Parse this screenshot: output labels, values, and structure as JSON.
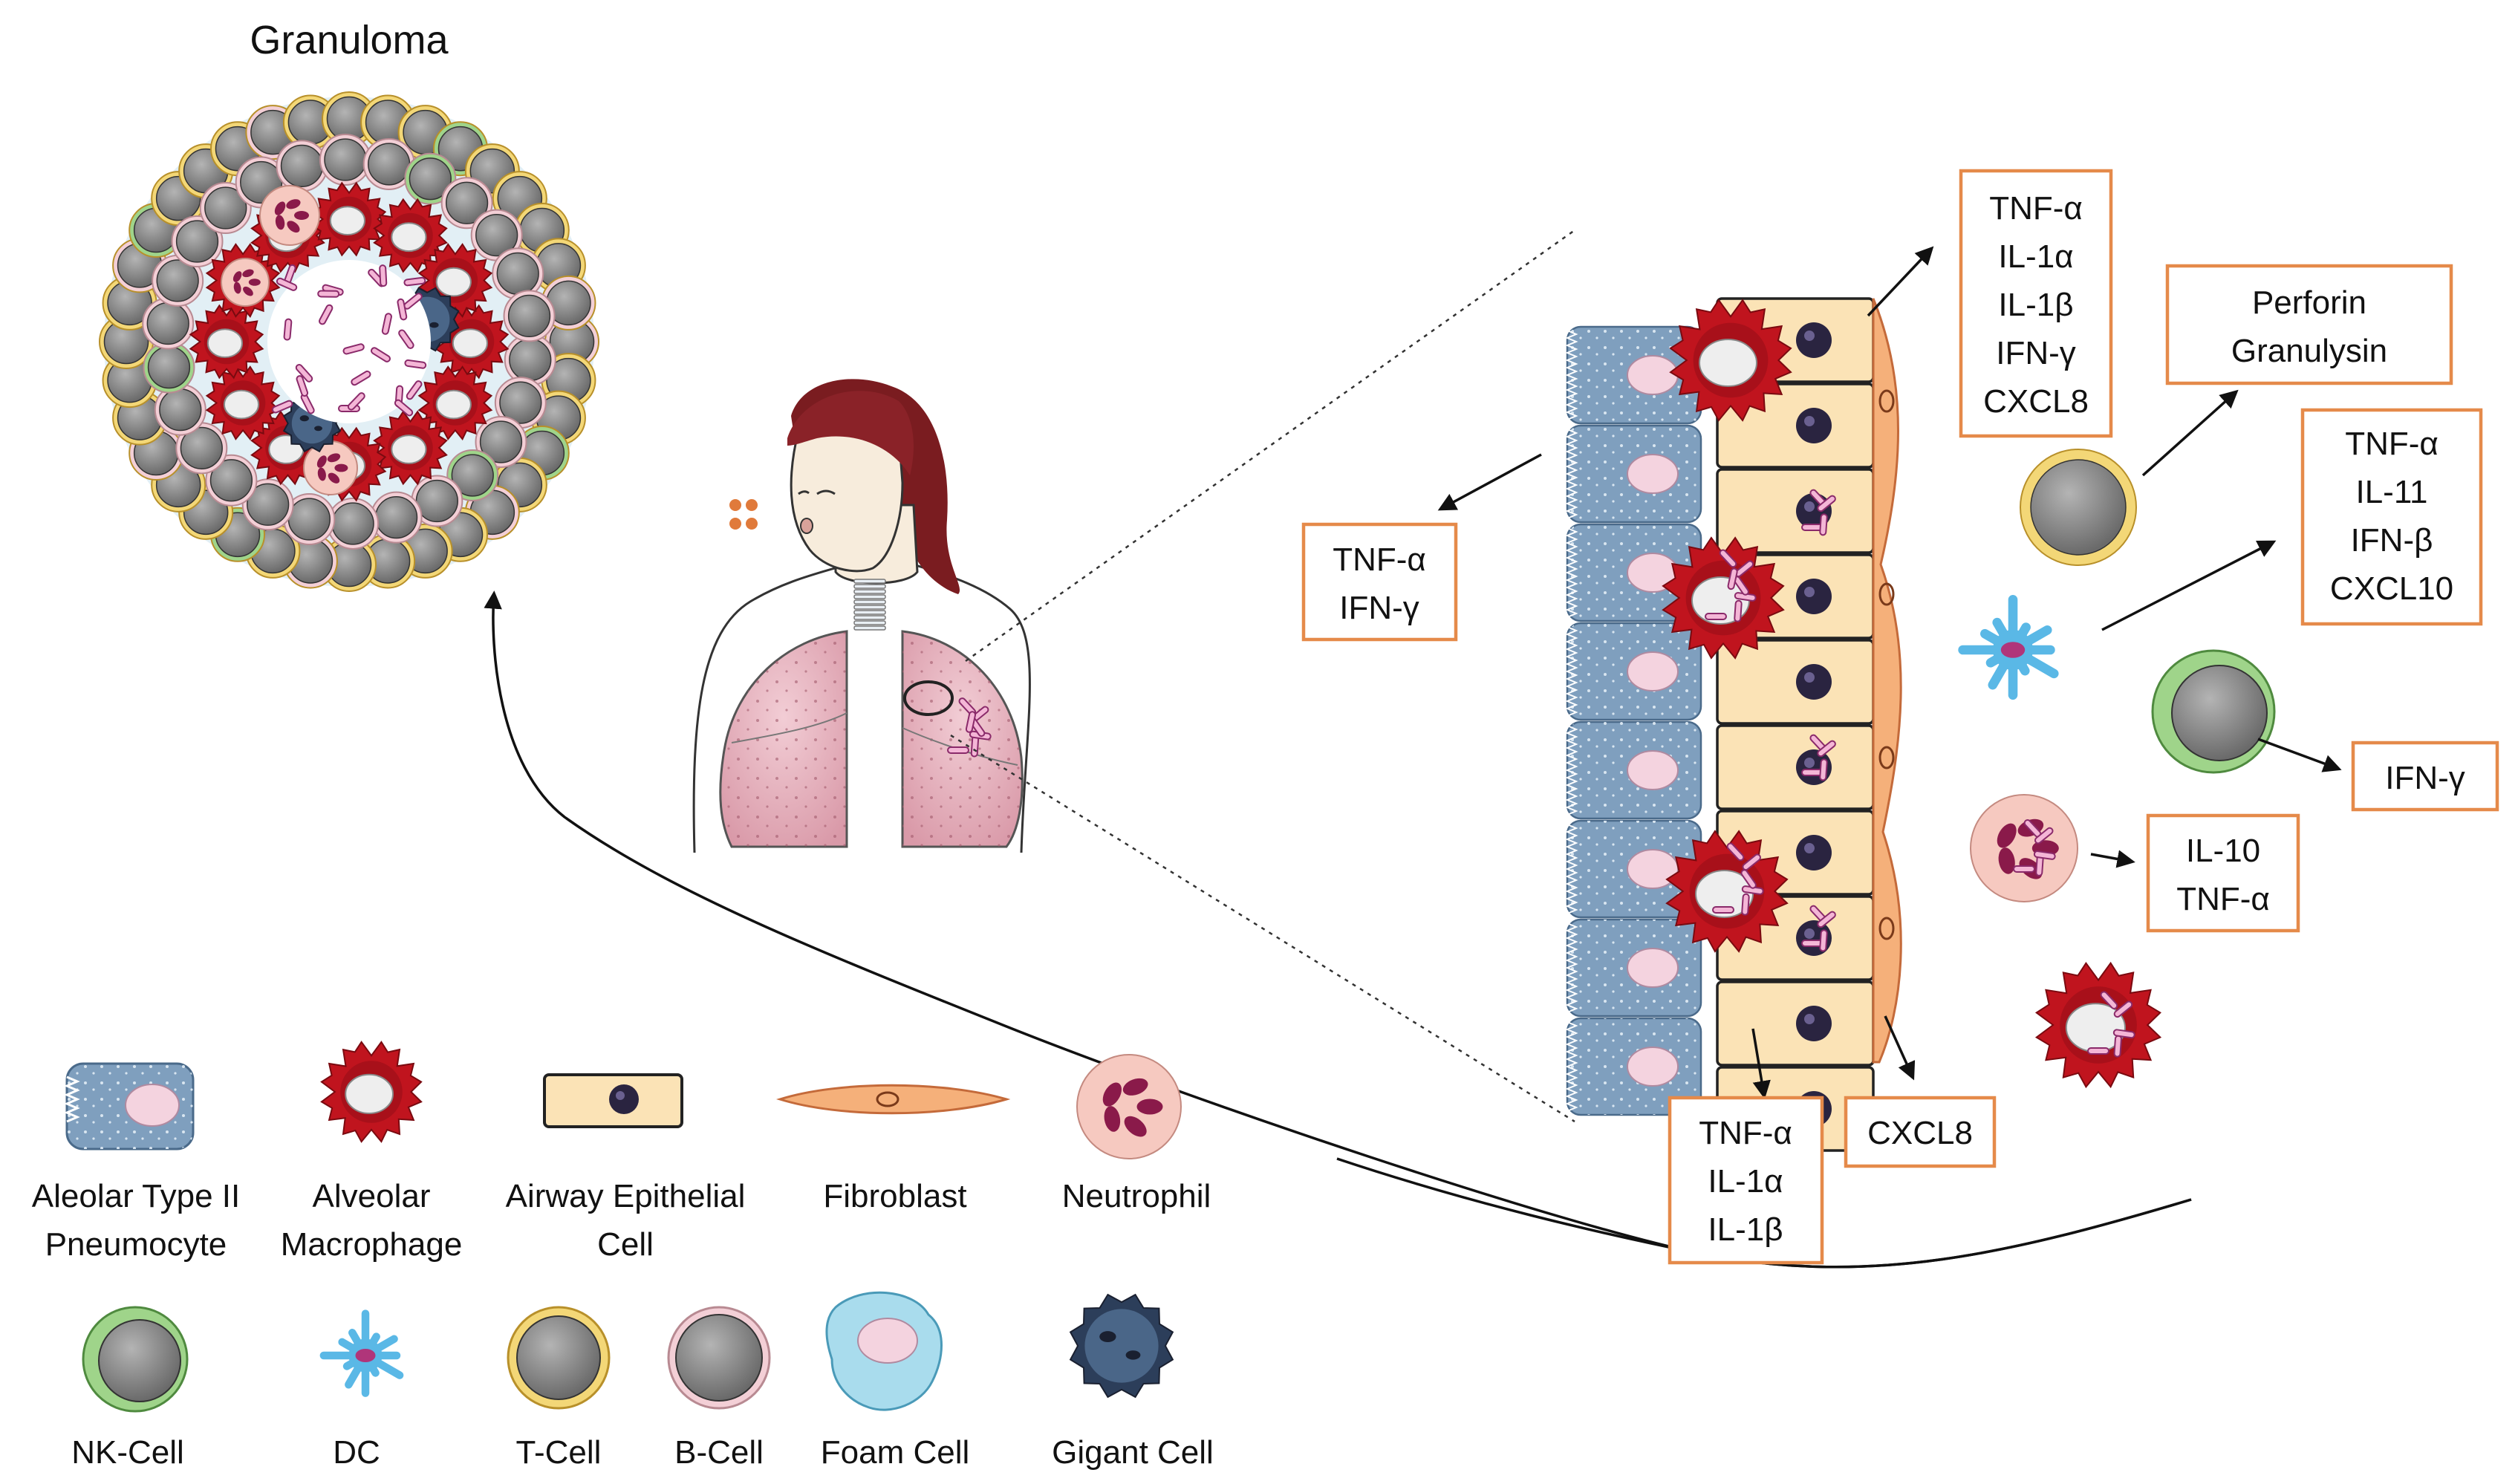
{
  "title": "Granuloma",
  "boxes": {
    "epithelial_top": [
      "TNF-α",
      "IL-1α",
      "IL-1β",
      "IFN-γ",
      "CXCL8"
    ],
    "tcell": [
      "Perforin",
      "Granulysin"
    ],
    "dc": [
      "TNF-α",
      "IL-11",
      "IFN-β",
      "CXCL10"
    ],
    "nk": [
      "IFN-γ"
    ],
    "neutrophil": [
      "IL-10",
      "TNF-α"
    ],
    "left": [
      "TNF-α",
      "IFN-γ"
    ],
    "bottom_left": [
      "TNF-α",
      "IL-1α",
      "IL-1β"
    ],
    "bottom_right": [
      "CXCL8"
    ]
  },
  "legend": {
    "row1": [
      {
        "icon": "pneumocyte-icon",
        "lines": [
          "Aleolar Type II",
          "Pneumocyte"
        ]
      },
      {
        "icon": "macrophage-icon",
        "lines": [
          "Alveolar",
          "Macrophage"
        ]
      },
      {
        "icon": "epithelial-cell-icon",
        "lines": [
          "Airway Epithelial",
          "Cell"
        ]
      },
      {
        "icon": "fibroblast-icon",
        "lines": [
          "Fibroblast"
        ]
      },
      {
        "icon": "neutrophil-icon",
        "lines": [
          "Neutrophil"
        ]
      }
    ],
    "row2": [
      {
        "icon": "nk-cell-icon",
        "lines": [
          "NK-Cell"
        ]
      },
      {
        "icon": "dc-icon",
        "lines": [
          "DC"
        ]
      },
      {
        "icon": "t-cell-icon",
        "lines": [
          "T-Cell"
        ]
      },
      {
        "icon": "b-cell-icon",
        "lines": [
          "B-Cell"
        ]
      },
      {
        "icon": "foam-cell-icon",
        "lines": [
          "Foam Cell"
        ]
      },
      {
        "icon": "gigant-cell-icon",
        "lines": [
          "Gigant Cell"
        ]
      }
    ]
  },
  "colors": {
    "box_border": "#e58a4a",
    "macrophage_red": "#c0141e",
    "pneumocyte_blue": "#7f9fbe",
    "epithelial_tan": "#fbe3b6",
    "fibroblast": "#f5b07a",
    "tcell_ring": "#e8c24a",
    "nk_ring": "#8fcf7a",
    "dc_blue": "#5ab8e6",
    "lung_pink": "#e9b7c2"
  }
}
